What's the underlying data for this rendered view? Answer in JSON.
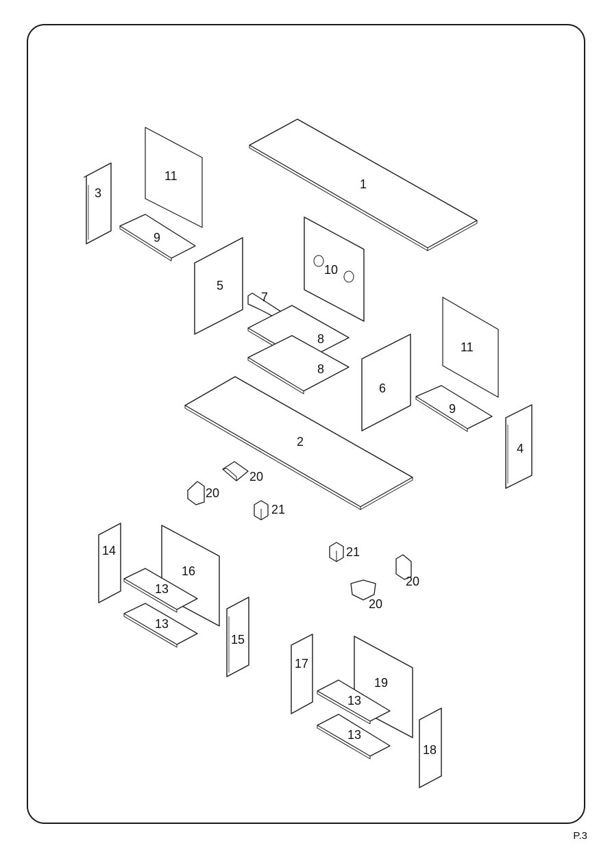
{
  "page": {
    "page_number": "P.3"
  },
  "parts": [
    {
      "id": "p1",
      "label": "1"
    },
    {
      "id": "p2",
      "label": "2"
    },
    {
      "id": "p3",
      "label": "3"
    },
    {
      "id": "p4",
      "label": "4"
    },
    {
      "id": "p5",
      "label": "5"
    },
    {
      "id": "p6",
      "label": "6"
    },
    {
      "id": "p7",
      "label": "7"
    },
    {
      "id": "p8a",
      "label": "8"
    },
    {
      "id": "p8b",
      "label": "8"
    },
    {
      "id": "p9a",
      "label": "9"
    },
    {
      "id": "p9b",
      "label": "9"
    },
    {
      "id": "p10",
      "label": "10"
    },
    {
      "id": "p11a",
      "label": "11"
    },
    {
      "id": "p11b",
      "label": "11"
    },
    {
      "id": "p13a",
      "label": "13"
    },
    {
      "id": "p13b",
      "label": "13"
    },
    {
      "id": "p13c",
      "label": "13"
    },
    {
      "id": "p13d",
      "label": "13"
    },
    {
      "id": "p14",
      "label": "14"
    },
    {
      "id": "p15",
      "label": "15"
    },
    {
      "id": "p16",
      "label": "16"
    },
    {
      "id": "p17",
      "label": "17"
    },
    {
      "id": "p18",
      "label": "18"
    },
    {
      "id": "p19",
      "label": "19"
    },
    {
      "id": "p20a",
      "label": "20"
    },
    {
      "id": "p20b",
      "label": "20"
    },
    {
      "id": "p20c",
      "label": "20"
    },
    {
      "id": "p20d",
      "label": "20"
    },
    {
      "id": "p21a",
      "label": "21"
    },
    {
      "id": "p21b",
      "label": "21"
    }
  ]
}
